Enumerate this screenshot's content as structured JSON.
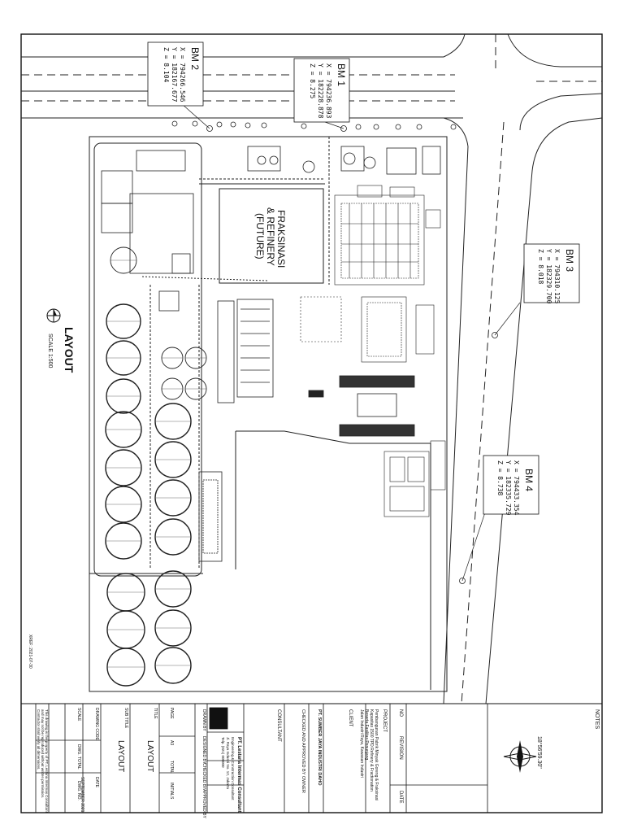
{
  "title": {
    "layout": "LAYOUT",
    "scale": "SCALE 1:500",
    "future_building": [
      "FRAKSINASI",
      "& REFINERY",
      "(FUTURE)"
    ]
  },
  "benchmarks": [
    {
      "name": "BM 1",
      "x": "X = 794236.893",
      "y": "Y = 182228.878",
      "z": "Z = 8.275"
    },
    {
      "name": "BM 2",
      "x": "X = 794266.546",
      "y": "Y = 182167.677",
      "z": "Z = 8.104"
    },
    {
      "name": "BM 3",
      "x": "X = 794310.125",
      "y": "Y = 182329.700",
      "z": "Z = 8.018"
    },
    {
      "name": "BM 4",
      "x": "X = 794433.354",
      "y": "Y = 182335.729",
      "z": "Z = 8.738"
    }
  ],
  "title_block": {
    "notes": "NOTES",
    "north_note": "18°56'59.30\"",
    "revision_headers": [
      "NO",
      "REVISION",
      "DATE"
    ],
    "project_label": "PROJECT",
    "project_lines": [
      "Pembangunan Pabrik Minyak Goreng & Fraksinasi",
      "Kapasitas 1500 TPD Refinery & Fractionation",
      "Beserta Fasilitas Penunjang",
      "Jalan Industri Raya, Kawasan Industri"
    ],
    "client_label": "CLIENT",
    "client_name": "PT. SUMBER JAYA INDUSTRI DAHO",
    "checked_label": "CHECKED AND APPROVED BY OWNER",
    "consultant_label": "CONSULTANT",
    "consultant_name": "PT. Lestana Intermas Consultant",
    "consultant_lines": [
      "Engineering & Construction Consultant",
      "Jl. Raya Industri No. 12, Jakarta",
      "Telp. (021) 000000"
    ],
    "sign_labels": [
      "DRAWN BY",
      "DESIGNED BY",
      "CHECKED BY",
      "APPROVED BY"
    ],
    "title_label": "TITLE",
    "title_value": "LAYOUT",
    "subtitle_label": "SUB TITLE",
    "subtitle_value": "LAYOUT",
    "page_label": "PAGE",
    "page_values": [
      "A3",
      "TOTAL",
      "INITIALS"
    ],
    "drawing_code_label": "DRAWING CODE",
    "date_label": "DATE",
    "date_value": "SEPTEMBER 2021",
    "scale_label": "SCALE",
    "dwg_label": "DWG. TOTAL",
    "dwg_no_label": "DWG. NO.",
    "footer_lines": [
      "This drawing is the property of PT. Lestana Intermas Consultant",
      "and may not be reproduced without written permission.",
      "Contractor shall verify all dimensions."
    ],
    "stamp": "XREF: 2021-07-30"
  },
  "colors": {
    "ink": "#111111",
    "line": "#222222",
    "paper": "#ffffff",
    "gray": "#777777"
  }
}
